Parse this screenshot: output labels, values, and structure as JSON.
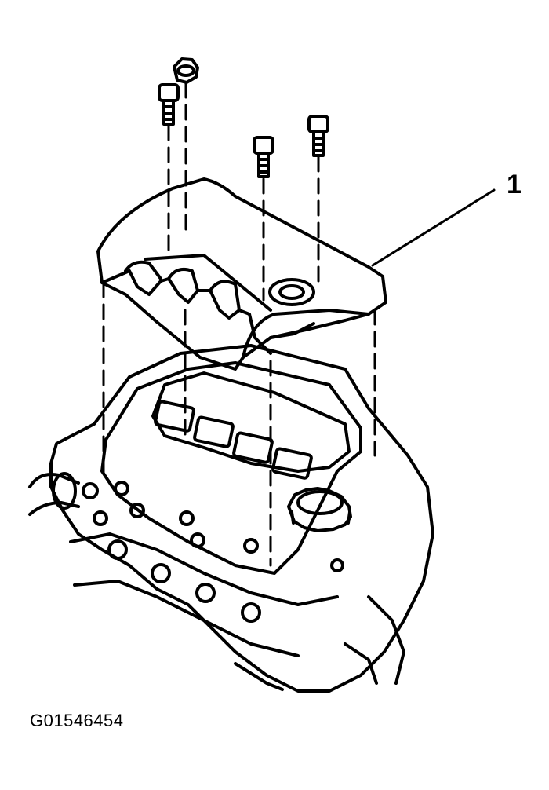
{
  "diagram": {
    "callouts": [
      {
        "label": "1",
        "name": "engine-cover"
      }
    ],
    "figure_code": "G01546454",
    "colors": {
      "line": "#000000",
      "background": "#ffffff"
    }
  }
}
